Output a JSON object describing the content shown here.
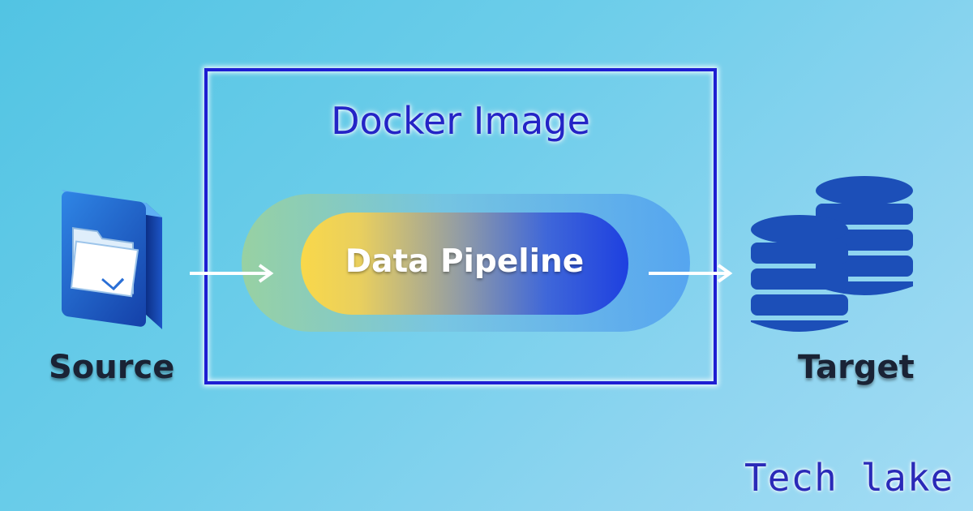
{
  "diagram": {
    "container_title": "Docker Image",
    "pipeline_label": "Data Pipeline",
    "source_label": "Source",
    "target_label": "Target"
  },
  "brand": {
    "text": "Tech lake"
  },
  "icons": {
    "source": "folder-file-icon",
    "target": "database-stack-icon",
    "arrows": "arrow-right-icon"
  },
  "colors": {
    "box_border": "#1e1ed2",
    "title_text": "#2424c6",
    "pipeline_gradient_start": "#f9d84a",
    "pipeline_gradient_end": "#1e40e0",
    "database": "#1c4fb8",
    "label_text": "#1a2335"
  }
}
